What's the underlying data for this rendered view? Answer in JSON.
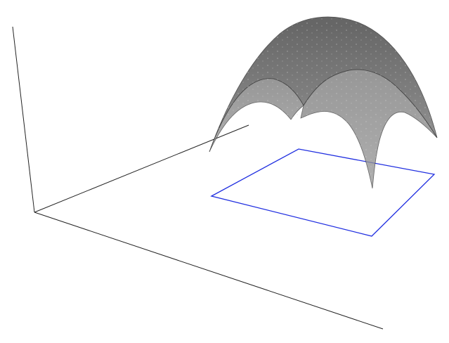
{
  "scene": {
    "type": "3d-surface-plot",
    "surface": {
      "shape": "inverted paraboloid (dome)",
      "fill_color": "#6e6e6e",
      "edge_color": "#3a3a3a",
      "opacity": 0.72
    },
    "base_square": {
      "color": "#1f2ee0"
    },
    "axes": {
      "color": "#222222",
      "count": 3
    }
  }
}
